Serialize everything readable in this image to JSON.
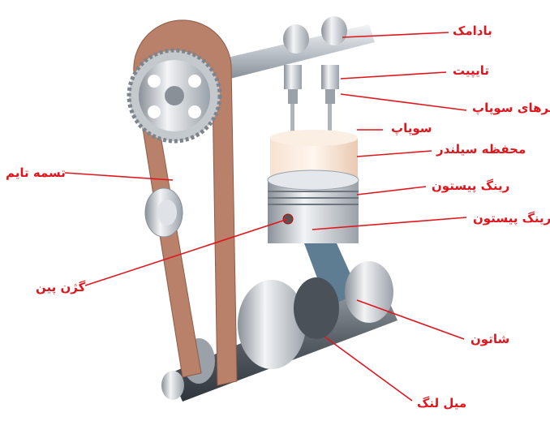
{
  "colors": {
    "label": "#e0161d",
    "belt": "#b9806a",
    "metal": "#c8cdd2",
    "cylinder": "#f3dccb"
  },
  "labels": {
    "camshaft": "بادامک",
    "tappet": "تایپیت",
    "valve_springs": "فنرهای سوپاپ",
    "valve": "سوپاپ",
    "cylinder": "محفظه سیلندر",
    "piston_ring_1": "رینگ پیستون",
    "piston_ring_2": "رینگ پیستون",
    "connecting_rod": "شاتون",
    "crankshaft": "میل لنگ",
    "timing_belt": "تسمه تایم",
    "gudgeon_pin": "گژن پین"
  }
}
